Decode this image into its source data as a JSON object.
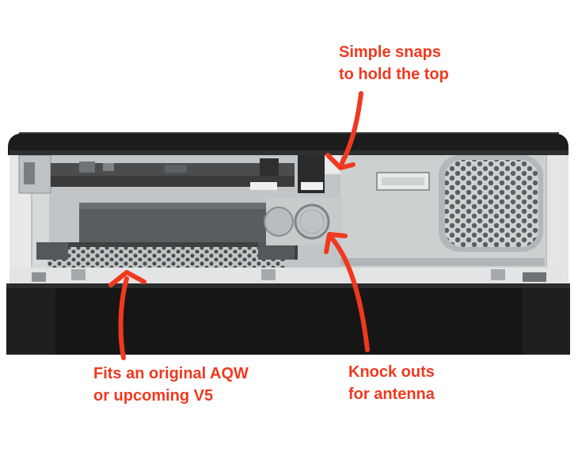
{
  "callouts": {
    "snaps": {
      "line1": "Simple snaps",
      "line2": "to hold the top"
    },
    "fits": {
      "line1": "Fits an original AQW",
      "line2": "or upcoming V5"
    },
    "knock": {
      "line1": "Knock outs",
      "line2": "for antenna"
    }
  },
  "colors": {
    "annotation": "#f0391f",
    "lid": "#1c1c1c",
    "base": "#161616",
    "shell": "#c9cccd",
    "pcb": "#3a3a3a"
  }
}
